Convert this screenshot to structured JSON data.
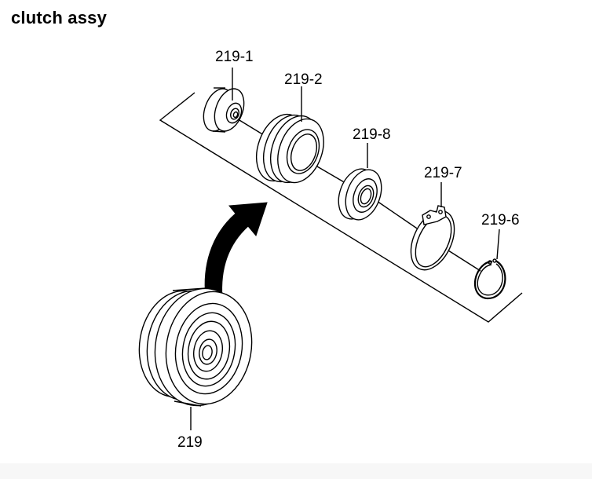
{
  "title": "clutch assy",
  "labels": {
    "p219_1": "219-1",
    "p219_2": "219-2",
    "p219_8": "219-8",
    "p219_7": "219-7",
    "p219_6": "219-6",
    "p219": "219"
  }
}
